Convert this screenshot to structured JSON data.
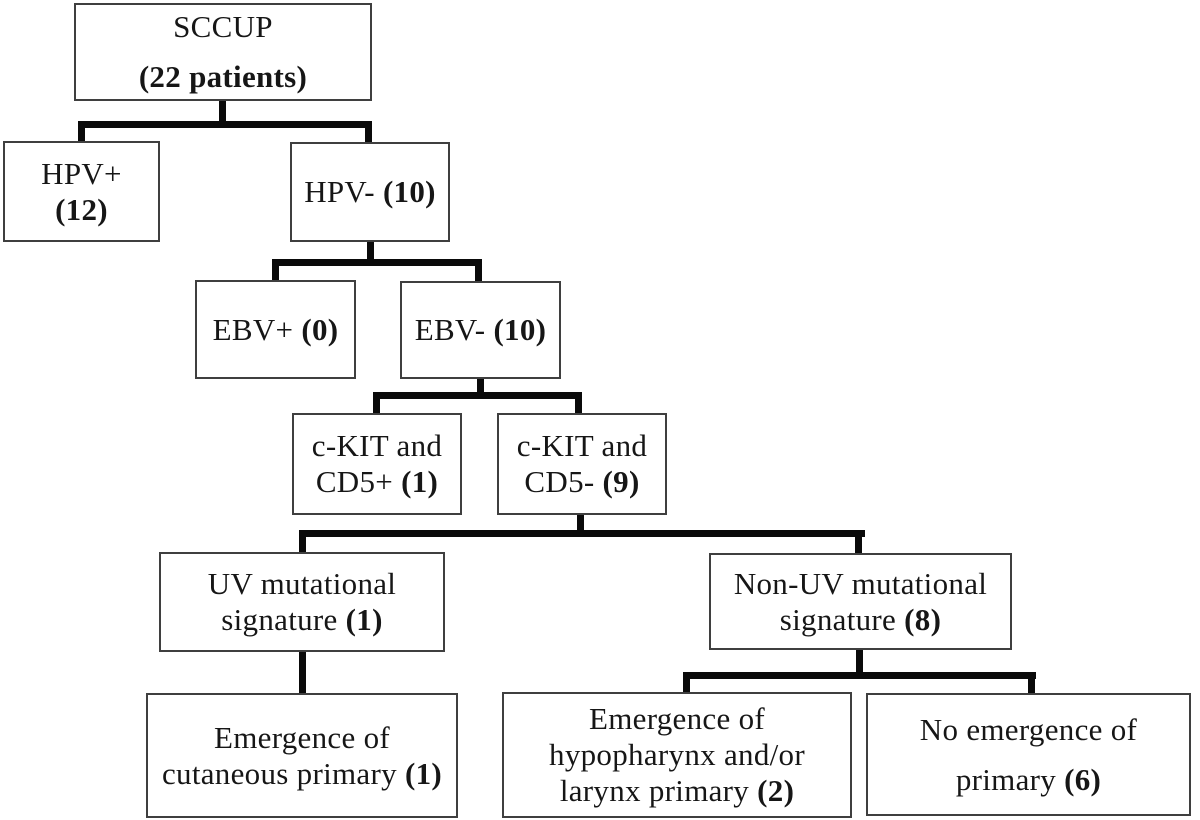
{
  "figure": {
    "colors": {
      "background": "#ffffff",
      "box_border": "#3f3f3f",
      "connector": "#0a0a0a",
      "text": "#161616"
    },
    "nodes": {
      "sccup": {
        "label": "SCCUP (22 patients)",
        "count": 22,
        "lines": [
          {
            "pre": "SCCUP",
            "bold": ""
          },
          {
            "pre": "",
            "bold": "(22 patients)"
          }
        ]
      },
      "hpv_pos": {
        "label": "HPV+ (12)",
        "count": 12,
        "lines": [
          {
            "pre": "HPV+",
            "bold": ""
          },
          {
            "pre": "",
            "bold": "(12)"
          }
        ]
      },
      "hpv_neg": {
        "label": "HPV- (10)",
        "count": 10,
        "lines": [
          {
            "pre": "HPV- ",
            "bold": "(10)"
          }
        ]
      },
      "ebv_pos": {
        "label": "EBV+ (0)",
        "count": 0,
        "lines": [
          {
            "pre": "EBV+ ",
            "bold": "(0)"
          }
        ]
      },
      "ebv_neg": {
        "label": "EBV- (10)",
        "count": 10,
        "lines": [
          {
            "pre": "EBV- ",
            "bold": "(10)"
          }
        ]
      },
      "ckit_cd5_pos": {
        "label": "c-KIT and CD5+ (1)",
        "count": 1,
        "lines": [
          {
            "pre": "c-KIT and",
            "bold": ""
          },
          {
            "pre": "CD5+ ",
            "bold": "(1)"
          }
        ]
      },
      "ckit_cd5_neg": {
        "label": "c-KIT and CD5- (9)",
        "count": 9,
        "lines": [
          {
            "pre": "c-KIT and",
            "bold": ""
          },
          {
            "pre": "CD5- ",
            "bold": "(9)"
          }
        ]
      },
      "uv_sig": {
        "label": "UV mutational signature (1)",
        "count": 1,
        "lines": [
          {
            "pre": "UV mutational",
            "bold": ""
          },
          {
            "pre": "signature ",
            "bold": "(1)"
          }
        ]
      },
      "non_uv_sig": {
        "label": "Non-UV mutational signature (8)",
        "count": 8,
        "lines": [
          {
            "pre": "Non-UV mutational",
            "bold": ""
          },
          {
            "pre": "signature ",
            "bold": "(8)"
          }
        ]
      },
      "cutaneous": {
        "label": "Emergence of cutaneous primary (1)",
        "count": 1,
        "lines": [
          {
            "pre": "Emergence of",
            "bold": ""
          },
          {
            "pre": "cutaneous primary ",
            "bold": "(1)"
          }
        ]
      },
      "hypopharynx_larynx": {
        "label": "Emergence of hypopharynx and/or larynx primary (2)",
        "count": 2,
        "lines": [
          {
            "pre": "Emergence of",
            "bold": ""
          },
          {
            "pre": "hypopharynx and/or",
            "bold": ""
          },
          {
            "pre": "larynx primary ",
            "bold": "(2)"
          }
        ]
      },
      "no_emergence": {
        "label": "No emergence of primary (6)",
        "count": 6,
        "lines": [
          {
            "pre": "No emergence of",
            "bold": ""
          },
          {
            "pre": "primary ",
            "bold": "(6)"
          }
        ]
      }
    },
    "edges": [
      {
        "from": "sccup",
        "to": "hpv_pos"
      },
      {
        "from": "sccup",
        "to": "hpv_neg"
      },
      {
        "from": "hpv_neg",
        "to": "ebv_pos"
      },
      {
        "from": "hpv_neg",
        "to": "ebv_neg"
      },
      {
        "from": "ebv_neg",
        "to": "ckit_cd5_pos"
      },
      {
        "from": "ebv_neg",
        "to": "ckit_cd5_neg"
      },
      {
        "from": "ckit_cd5_neg",
        "to": "uv_sig"
      },
      {
        "from": "ckit_cd5_neg",
        "to": "non_uv_sig"
      },
      {
        "from": "uv_sig",
        "to": "cutaneous"
      },
      {
        "from": "non_uv_sig",
        "to": "hypopharynx_larynx"
      },
      {
        "from": "non_uv_sig",
        "to": "no_emergence"
      }
    ]
  }
}
